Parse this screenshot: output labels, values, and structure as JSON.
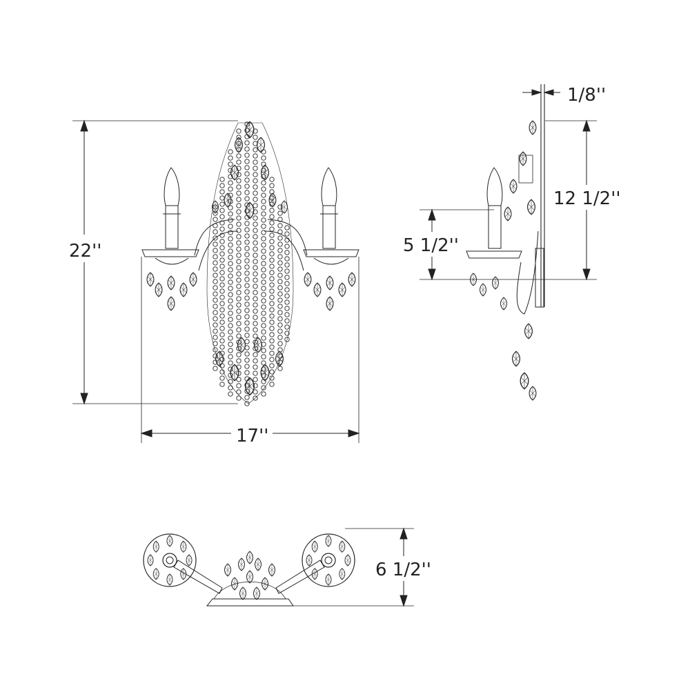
{
  "colors": {
    "line": "#222222",
    "background": "#ffffff"
  },
  "dimensions": {
    "height_front": "22''",
    "width_front": "17''",
    "backplate_thickness": "1/8''",
    "backplate_height": "12 1/2''",
    "arm_height": "5 1/2''",
    "depth": "6 1/2''"
  }
}
